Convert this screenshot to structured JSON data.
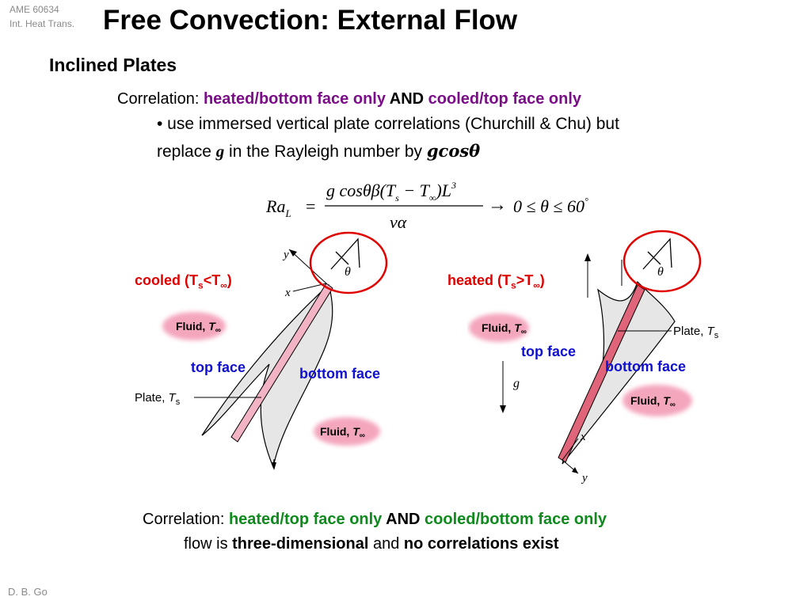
{
  "header": {
    "course_line1": "AME 60634",
    "course_line2": "Int. Heat Trans.",
    "title": "Free Convection: External Flow"
  },
  "section": {
    "subtitle": "Inclined Plates"
  },
  "correlation_top": {
    "prefix": "Correlation: ",
    "part1": "heated/bottom face only",
    "and": " AND ",
    "part2": "cooled/top face only",
    "bullet_line1": "• use immersed vertical plate correlations (Churchill & Chu) but",
    "bullet_line2_pre": "replace ",
    "g": "g",
    "bullet_line2_mid": " in the Rayleigh number by ",
    "gcos": "gcos",
    "theta": "θ"
  },
  "equation": {
    "lhs": "Ra",
    "lhs_sub": "L",
    "equals": "=",
    "numerator": "g cosθβ(T",
    "num_sub_s": "s",
    "minus": " − T",
    "num_sub_inf": "∞",
    "num_tail": ")L",
    "num_exp": "3",
    "denominator": "να",
    "arrow": "→",
    "range": "0 ≤ θ ≤ 60",
    "degree": "°"
  },
  "figures": {
    "left": {
      "state_prefix": "cooled (T",
      "state_sub": "s",
      "state_mid": "<T",
      "state_sub2": "∞",
      "state_suffix": ")",
      "top_face": "top face",
      "bottom_face": "bottom face",
      "plate_label": "Plate, ",
      "plate_T": "T",
      "plate_sub": "s",
      "fluid_label": "Fluid, ",
      "fluid_T": "T",
      "fluid_sub": "∞",
      "axis_x": "x",
      "axis_y": "y",
      "angle": "θ"
    },
    "right": {
      "state_prefix": "heated (T",
      "state_sub": "s",
      "state_mid": ">T",
      "state_sub2": "∞",
      "state_suffix": ")",
      "top_face": "top face",
      "bottom_face": "bottom face",
      "plate_label": "Plate, ",
      "plate_T": "T",
      "plate_sub": "s",
      "fluid_label": "Fluid, ",
      "fluid_T": "T",
      "fluid_sub": "∞",
      "gravity": "g",
      "axis_x": "x",
      "axis_y": "y",
      "angle": "θ"
    }
  },
  "correlation_bottom": {
    "prefix": "Correlation: ",
    "part1": "heated/top face only",
    "and": " AND ",
    "part2": "cooled/bottom face only",
    "flow_pre": "flow is ",
    "flow_b1": "three-dimensional",
    "flow_mid": " and ",
    "flow_b2": "no correlations exist"
  },
  "footer": {
    "author": "D. B. Go"
  },
  "colors": {
    "purple": "#7b0e88",
    "green": "#0f8a1d",
    "red": "#e00000",
    "blue": "#1010d0",
    "plate_pink": "#e0647a",
    "fluid_pink": "#f4a6bd"
  }
}
